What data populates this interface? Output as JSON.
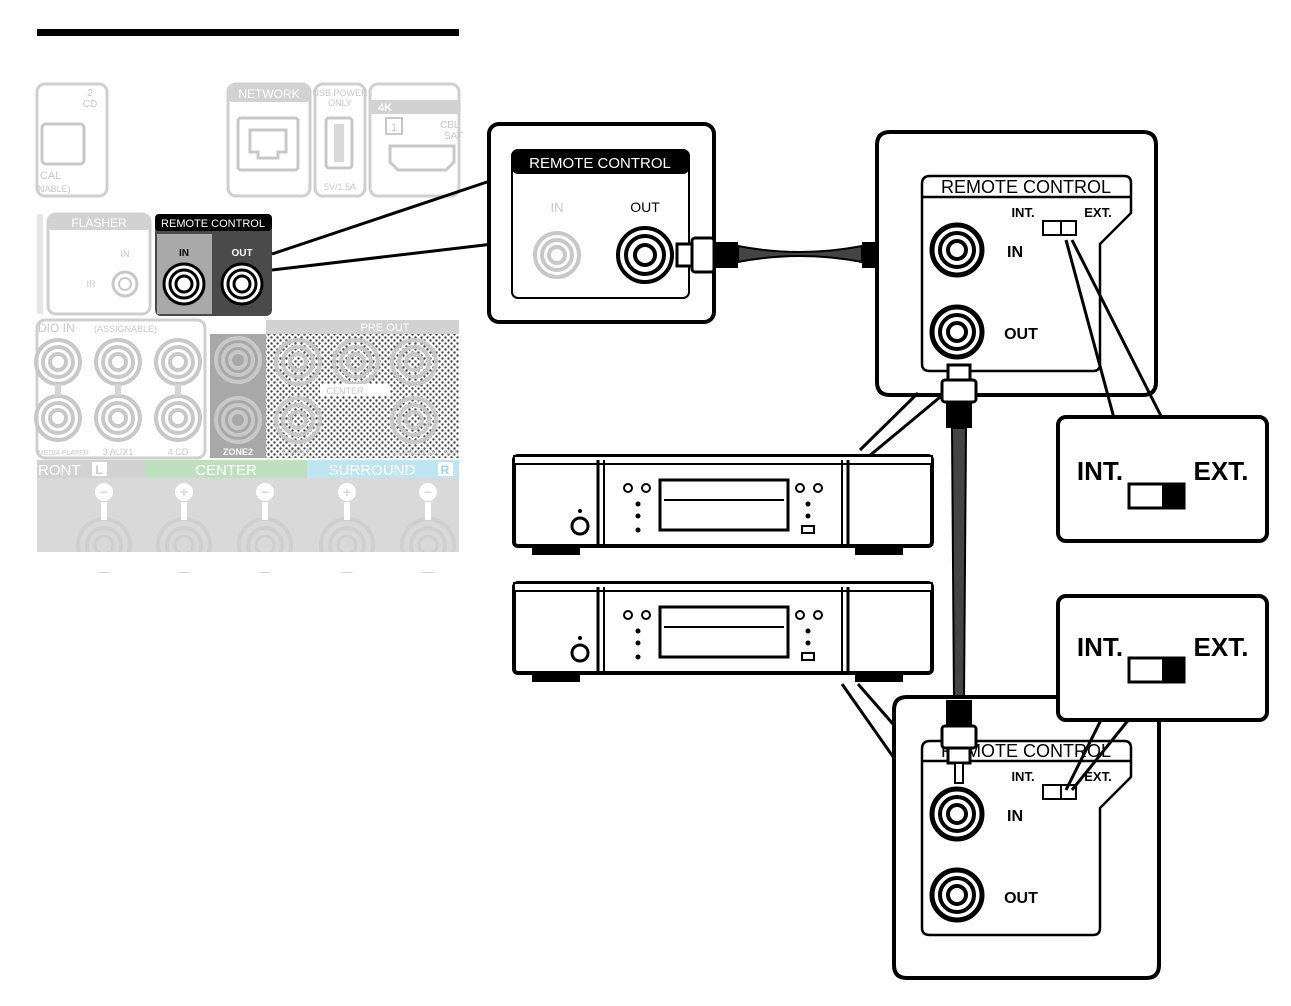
{
  "receiver_panel": {
    "jack_label_1": "2",
    "jack_label_2": "CD",
    "optical_label": "CAL",
    "assignable_label": "NABLE)",
    "network_label": "NETWORK",
    "usb_power_line1": "USB POWER",
    "usb_power_line2": "ONLY",
    "usb_rating": "5V/1.5A",
    "hdmi_4k_label": "4K",
    "hdmi_input_number": "1",
    "hdmi_cbl_line1": "CBL",
    "hdmi_cbl_line2": "SAT",
    "flasher_label": "FLASHER",
    "flasher_in_label": "IN",
    "flasher_ir_label": "IR",
    "remote_control_label": "REMOTE CONTROL",
    "remote_in_label": "IN",
    "remote_out_label": "OUT",
    "audio_in_label": "DIO IN",
    "audio_in_assignable": "(ASSIGNABLE)",
    "pre_out_label": "PRE OUT",
    "center_preout_label": "CENTER",
    "media_player_label": "MEDIA PLAYER",
    "aux1_label": "3 AUX1",
    "cd_label": "4 CD",
    "zone2_label": "ZONE2",
    "front_label": "FRONT",
    "surround_label_small": "SURROUND",
    "extra_label_small": "SUR",
    "speaker_front": "RONT",
    "speaker_front_side": "L",
    "speaker_center": "CENTER",
    "speaker_surround": "SURROUND",
    "speaker_surround_side": "R",
    "plus_symbol": "+",
    "minus_symbol": "−"
  },
  "callout_receiver": {
    "title": "REMOTE CONTROL",
    "in_label": "IN",
    "out_label": "OUT"
  },
  "device_top_panel": {
    "title": "REMOTE CONTROL",
    "int_label": "INT.",
    "ext_label": "EXT.",
    "in_label": "IN",
    "out_label": "OUT"
  },
  "device_bottom_panel": {
    "title": "REMOTE CONTROL",
    "int_label": "INT.",
    "ext_label": "EXT.",
    "in_label": "IN",
    "out_label": "OUT"
  },
  "switch_callout_top": {
    "int_label": "INT.",
    "ext_label": "EXT."
  },
  "switch_callout_bottom": {
    "int_label": "INT.",
    "ext_label": "EXT."
  }
}
